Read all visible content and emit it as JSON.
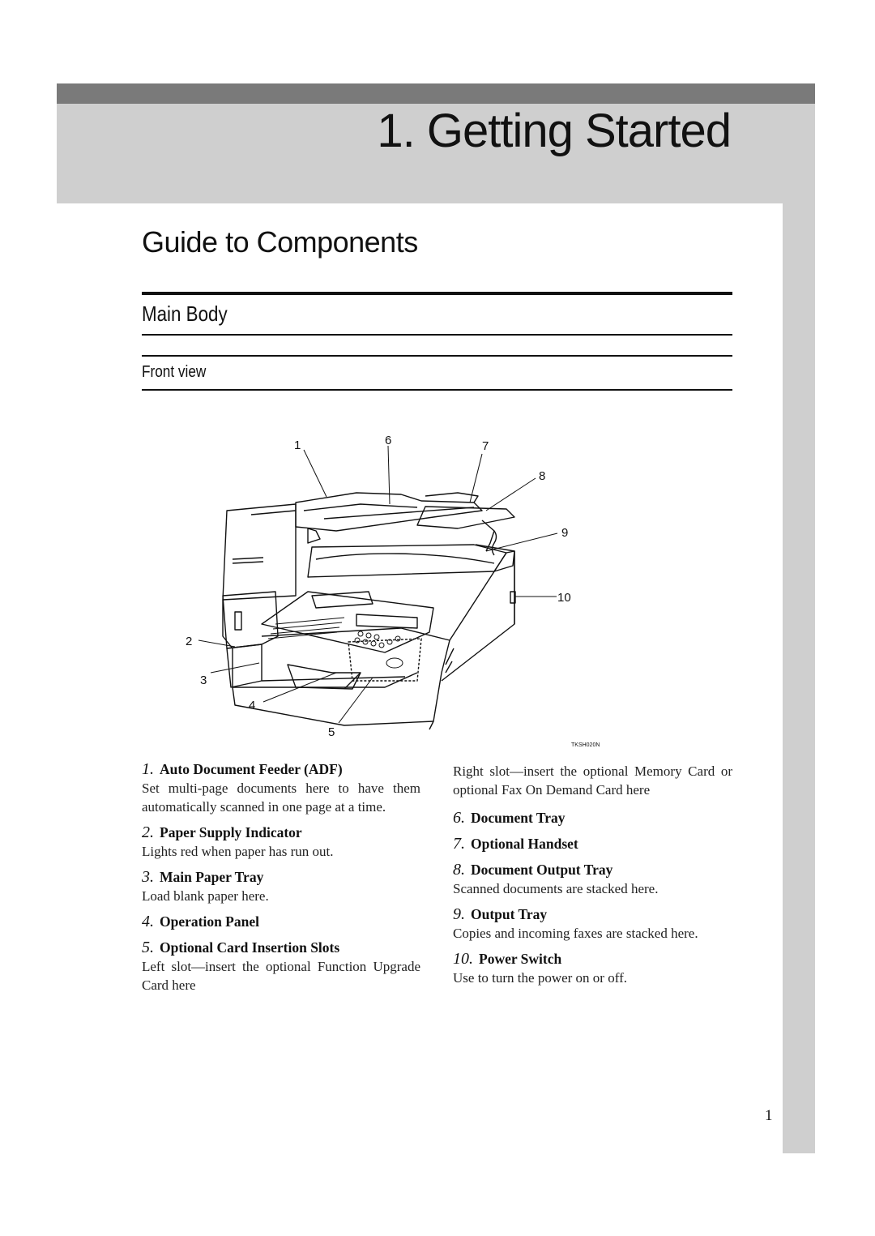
{
  "header": {
    "chapter_title": "1. Getting Started"
  },
  "section_title": "Guide to Components",
  "subsection_title": "Main Body",
  "subsubsection_title": "Front view",
  "figure": {
    "callouts": [
      "1",
      "2",
      "3",
      "4",
      "5",
      "6",
      "7",
      "8",
      "9",
      "10"
    ],
    "figure_id": "TKSH020N"
  },
  "components_left": [
    {
      "num": "1.",
      "title": "Auto Document Feeder (ADF)",
      "desc": "Set multi-page documents here to have them automatically scanned in one page at a time."
    },
    {
      "num": "2.",
      "title": "Paper Supply Indicator",
      "desc": "Lights red when paper has run out."
    },
    {
      "num": "3.",
      "title": "Main Paper Tray",
      "desc": "Load blank paper here."
    },
    {
      "num": "4.",
      "title": "Operation Panel",
      "desc": ""
    },
    {
      "num": "5.",
      "title": "Optional Card Insertion Slots",
      "desc": "Left slot—insert the optional Function Upgrade Card here"
    }
  ],
  "right_continuation": "Right slot—insert the optional Memory Card or optional Fax On Demand Card here",
  "components_right": [
    {
      "num": "6.",
      "title": "Document Tray",
      "desc": ""
    },
    {
      "num": "7.",
      "title": "Optional Handset",
      "desc": ""
    },
    {
      "num": "8.",
      "title": "Document Output Tray",
      "desc": "Scanned documents are stacked here."
    },
    {
      "num": "9.",
      "title": "Output Tray",
      "desc": "Copies and incoming faxes are stacked here."
    },
    {
      "num": "10.",
      "title": "Power Switch",
      "desc": "Use to turn the power on or off."
    }
  ],
  "page_number": "1"
}
